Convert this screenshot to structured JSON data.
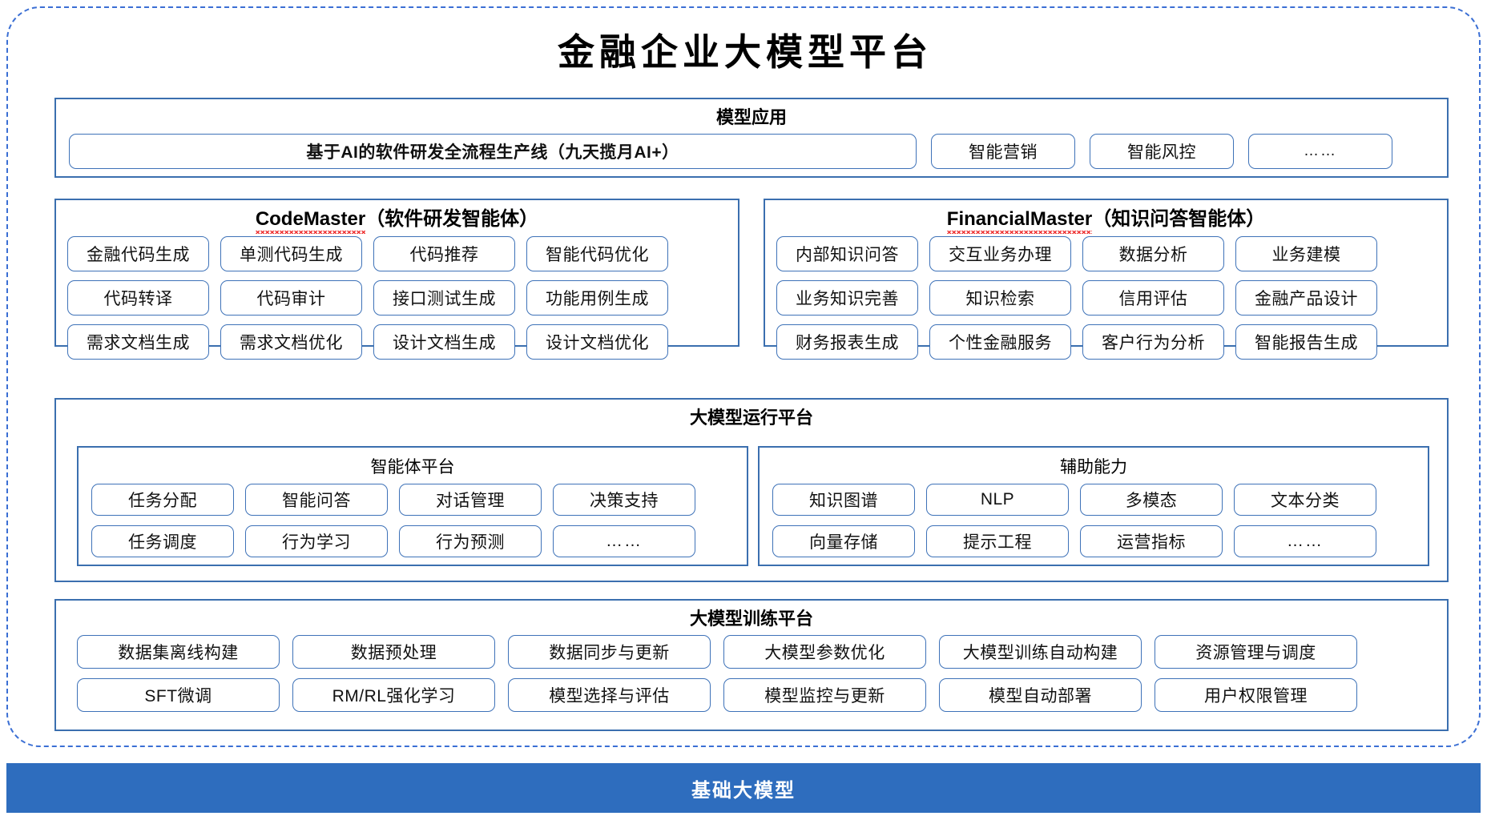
{
  "page": {
    "title": "金融企业大模型平台",
    "accent_blue": "#2E6DBE",
    "border_blue": "#3B6FAF",
    "chip_border_blue": "#3E72B8",
    "frame_dash_blue": "#3B6FD4"
  },
  "sections": {
    "model_application": {
      "title": "模型应用",
      "chips": [
        "基于AI的软件研发全流程生产线（九天揽月AI+）",
        "智能营销",
        "智能风控",
        "……"
      ]
    },
    "code_master": {
      "title_main": "CodeMaster",
      "title_suffix": "（软件研发智能体）",
      "chips": [
        "金融代码生成",
        "单测代码生成",
        "代码推荐",
        "智能代码优化",
        "代码转译",
        "代码审计",
        "接口测试生成",
        "功能用例生成",
        "需求文档生成",
        "需求文档优化",
        "设计文档生成",
        "设计文档优化"
      ]
    },
    "financial_master": {
      "title_main": "FinancialMaster",
      "title_suffix": "（知识问答智能体）",
      "chips": [
        "内部知识问答",
        "交互业务办理",
        "数据分析",
        "业务建模",
        "业务知识完善",
        "知识检索",
        "信用评估",
        "金融产品设计",
        "财务报表生成",
        "个性金融服务",
        "客户行为分析",
        "智能报告生成"
      ]
    },
    "run_platform": {
      "title": "大模型运行平台",
      "agent_platform": {
        "title": "智能体平台",
        "chips": [
          "任务分配",
          "智能问答",
          "对话管理",
          "决策支持",
          "任务调度",
          "行为学习",
          "行为预测",
          "……"
        ]
      },
      "auxiliary": {
        "title": "辅助能力",
        "chips": [
          "知识图谱",
          "NLP",
          "多模态",
          "文本分类",
          "向量存储",
          "提示工程",
          "运营指标",
          "……"
        ]
      }
    },
    "train_platform": {
      "title": "大模型训练平台",
      "chips": [
        "数据集离线构建",
        "数据预处理",
        "数据同步与更新",
        "大模型参数优化",
        "大模型训练自动构建",
        "资源管理与调度",
        "SFT微调",
        "RM/RL强化学习",
        "模型选择与评估",
        "模型监控与更新",
        "模型自动部署",
        "用户权限管理"
      ]
    },
    "base_model": {
      "label": "基础大模型"
    }
  }
}
